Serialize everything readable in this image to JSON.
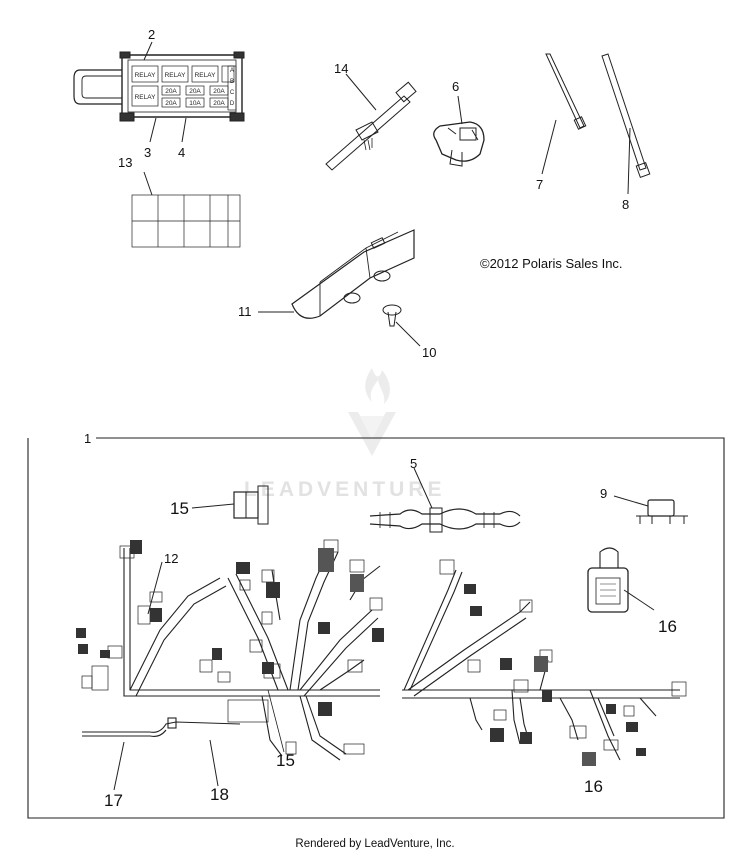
{
  "callouts": {
    "c1": "1",
    "c2": "2",
    "c3": "3",
    "c4": "4",
    "c5": "5",
    "c6": "6",
    "c7": "7",
    "c8": "8",
    "c9": "9",
    "c10": "10",
    "c11": "11",
    "c12": "12",
    "c13": "13",
    "c14": "14",
    "c15a": "15",
    "c15b": "15",
    "c16a": "16",
    "c16b": "16",
    "c17": "17",
    "c18": "18"
  },
  "fuse_box": {
    "relay_label": "RELAY",
    "fuse_20a": "20A",
    "fuse_10a": "10A",
    "side_labels": [
      "A",
      "B",
      "C",
      "D"
    ]
  },
  "copyright": "©2012 Polaris Sales Inc.",
  "watermark": "LEADVENTURE",
  "footer": "Rendered by LeadVenture, Inc."
}
